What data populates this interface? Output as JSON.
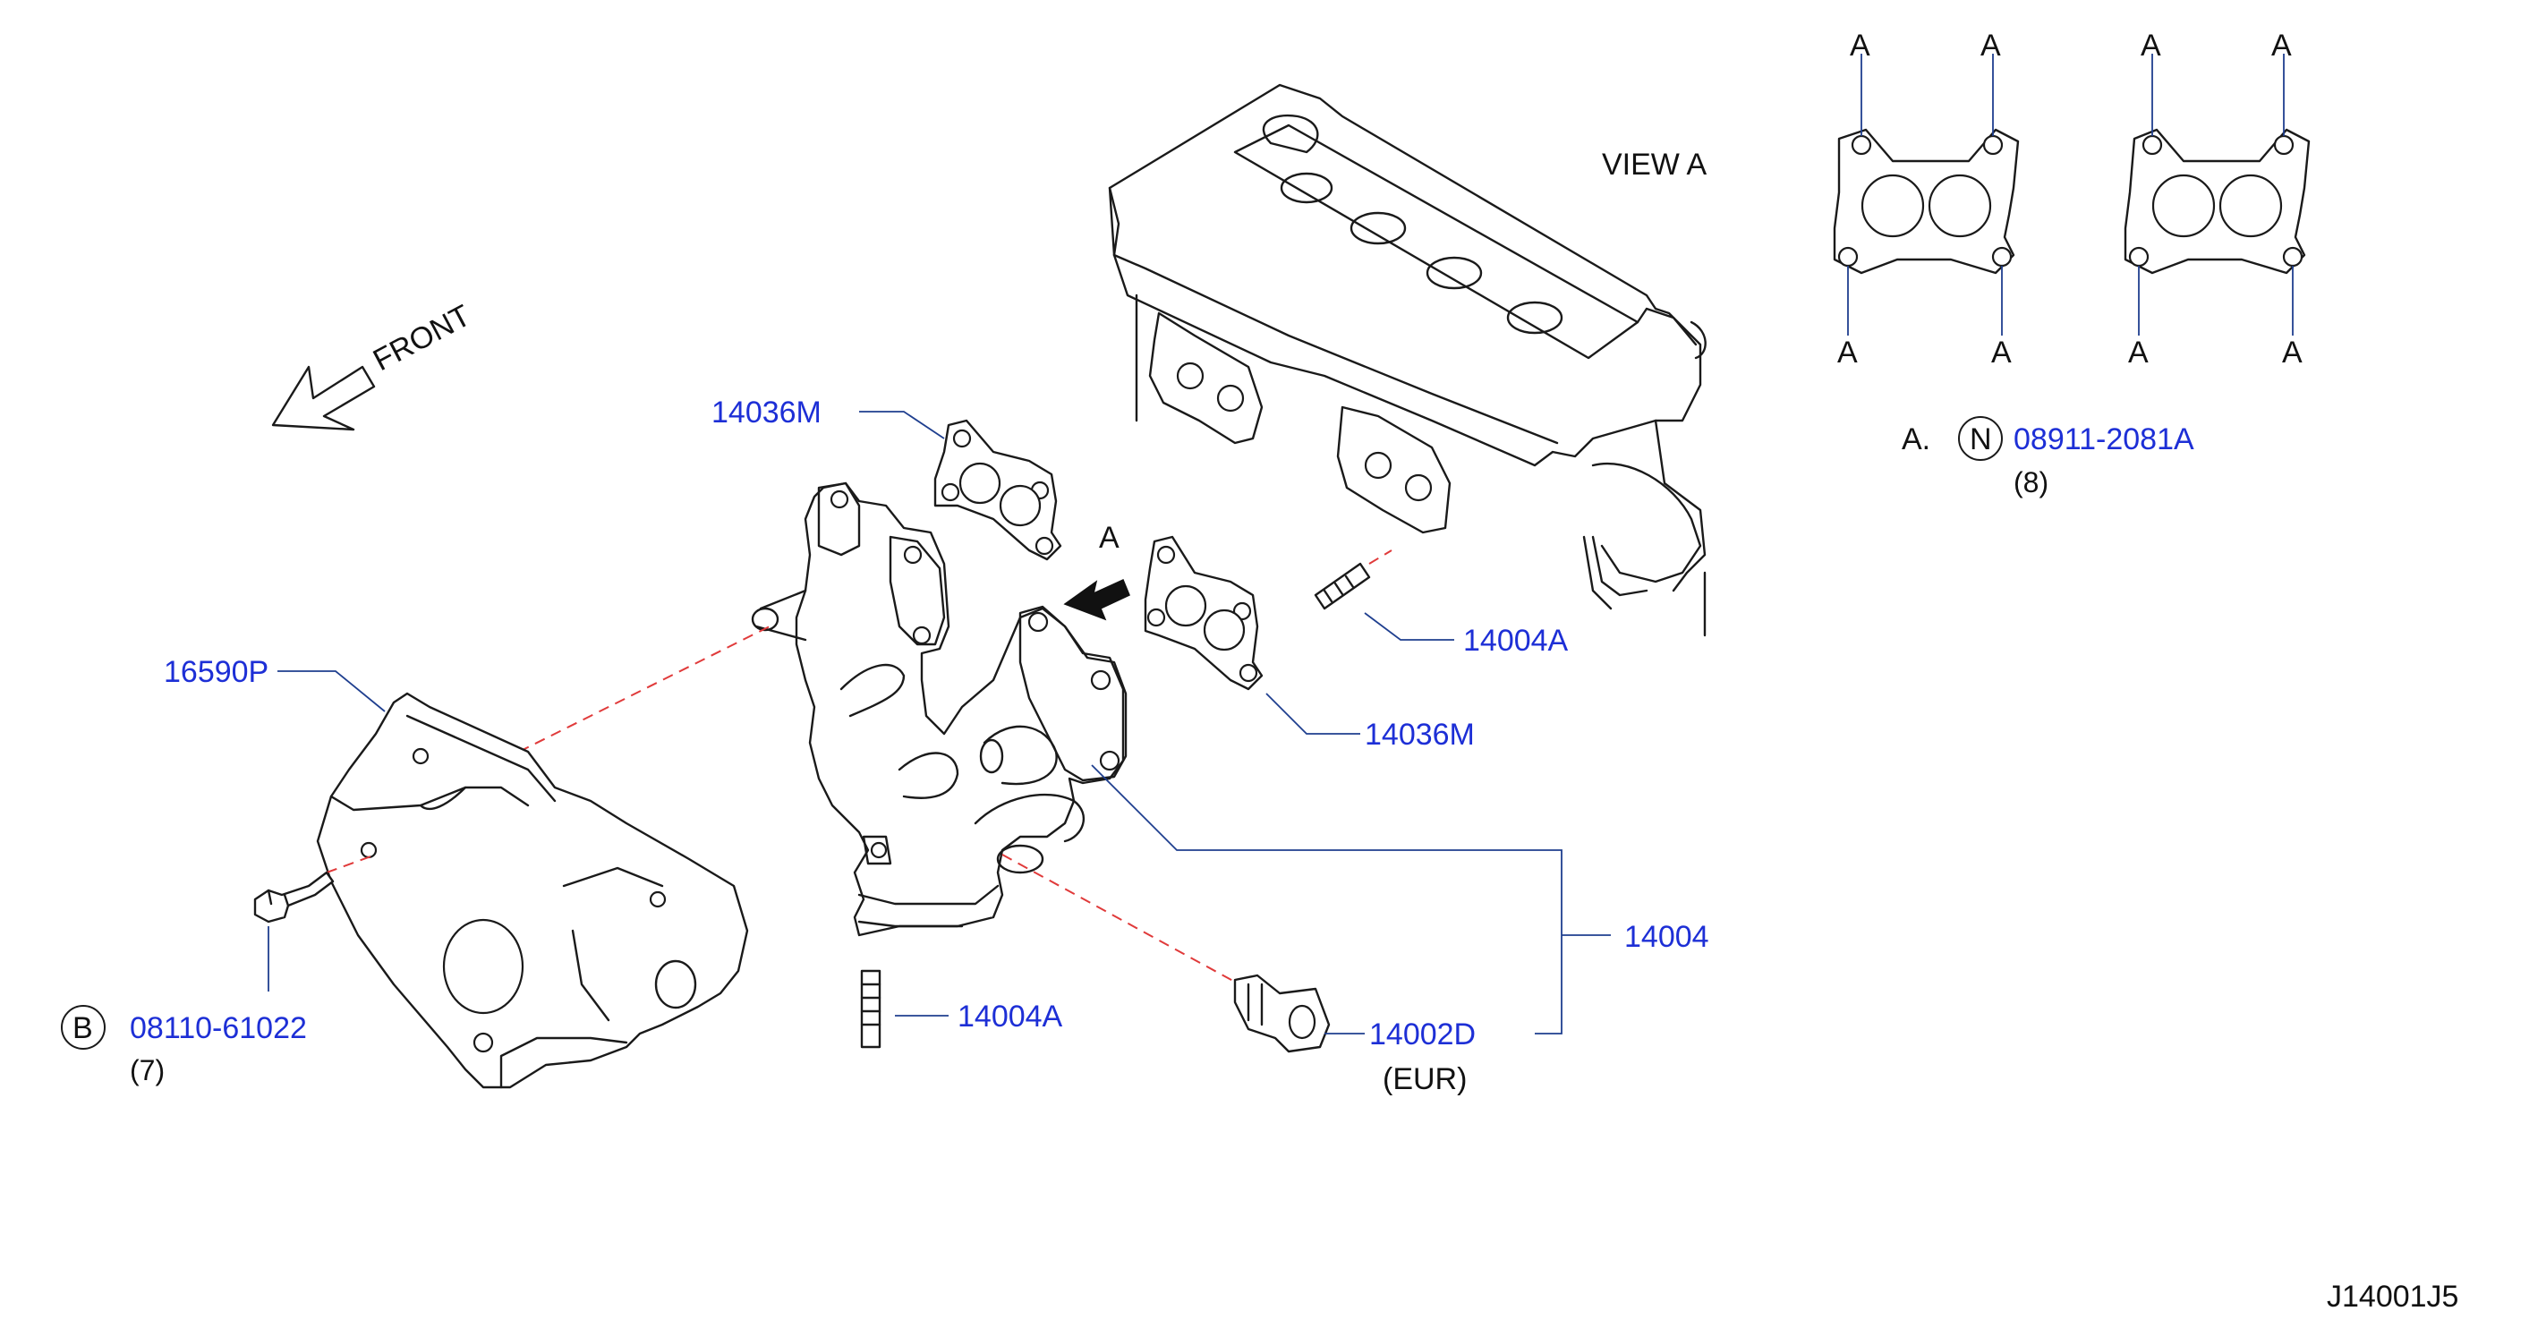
{
  "diagram": {
    "direction_label": "FRONT",
    "view_label": "VIEW  A",
    "arrow_label": "A",
    "gasket_marks": [
      "A",
      "A",
      "A",
      "A"
    ],
    "callouts": {
      "gasket_upper": "14036M",
      "gasket_lower": "14036M",
      "heat_shield": "16590P",
      "stud_upper": "14004A",
      "stud_lower": "14004A",
      "manifold": "14004",
      "nut": "14002D",
      "nut_note": "(EUR)",
      "bolt_symbol": "B",
      "bolt_part": "08110-61022",
      "bolt_qty": "(7)",
      "view_prefix": "A.",
      "view_symbol": "N",
      "view_part": "08911-2081A",
      "view_qty": "(8)"
    },
    "diagram_id": "J14001J5"
  }
}
